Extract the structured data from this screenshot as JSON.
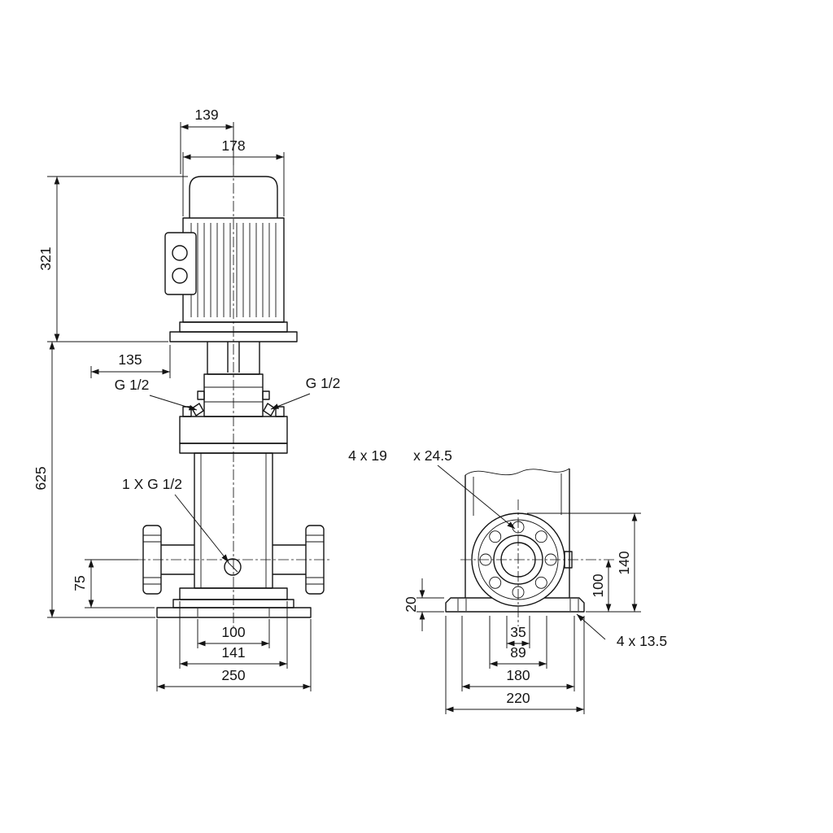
{
  "front_view": {
    "dim_width_fan": "139",
    "dim_width_motor": "178",
    "dim_motor_height": "321",
    "dim_offset": "135",
    "vent_port_left": "G 1/2",
    "vent_port_right": "G 1/2",
    "dim_total_height": "625",
    "drain_port": "1 X G 1/2",
    "dim_port_height": "75",
    "dim_bolt_span": "100",
    "dim_flange_width": "141",
    "dim_base_width": "250"
  },
  "side_view": {
    "flange_holes": "4 x 19",
    "flange_counterbore": "x 24.5",
    "dim_plate_thickness": "20",
    "dim_port_center": "100",
    "dim_flange_height": "140",
    "dim_bore_span": "35",
    "dim_hole_span": "89",
    "dim_base_hole_span": "180",
    "dim_base_depth": "220",
    "base_holes": "4 x 13.5"
  },
  "colors": {
    "line": "#141414",
    "background": "#ffffff"
  }
}
